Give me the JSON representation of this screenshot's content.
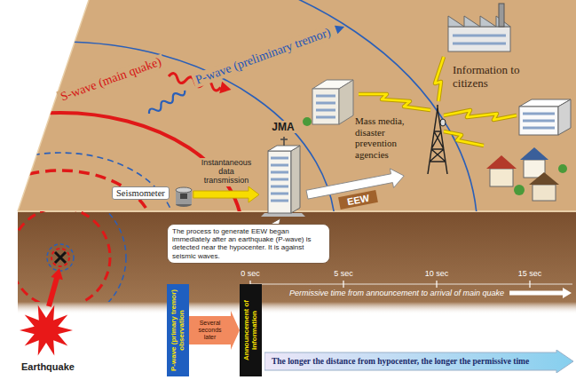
{
  "diagram": {
    "nodes": [
      {
        "text": [
          "Seismometer"
        ]
      },
      {
        "text": [
          "JMA"
        ]
      },
      {
        "text": [
          "Mass media, disaster prevention agencies"
        ]
      },
      {
        "text": [
          "The process to generate EEW began immediately after an earthquake (P-wave) is detected near the hypocenter. It is against seismic waves."
        ]
      },
      {
        "text": [
          "P-wave (primary tremor) observation"
        ]
      },
      {
        "text": [
          "Announcement of information"
        ]
      },
      {
        "text": [
          "The longer the distance from hypocenter, the longer the permissive time"
        ]
      }
    ],
    "edges": [
      {
        "from": 0,
        "to": 1,
        "arrow": "to",
        "label": "Instantaneous data transmission"
      },
      {
        "from": 1,
        "to": 2,
        "arrow": "to",
        "label": "EEW"
      },
      {
        "from": 4,
        "to": 5,
        "arrow": "to",
        "label": "Several seconds later"
      }
    ],
    "labels": [
      "P-wave (preliminary tremor)",
      "S-wave (main quake)",
      "Information to citizens",
      "0 sec",
      "5 sec",
      "10 sec",
      "15 sec",
      "Permissive time from announcement to arrival of main quake",
      "Earthquake"
    ]
  }
}
